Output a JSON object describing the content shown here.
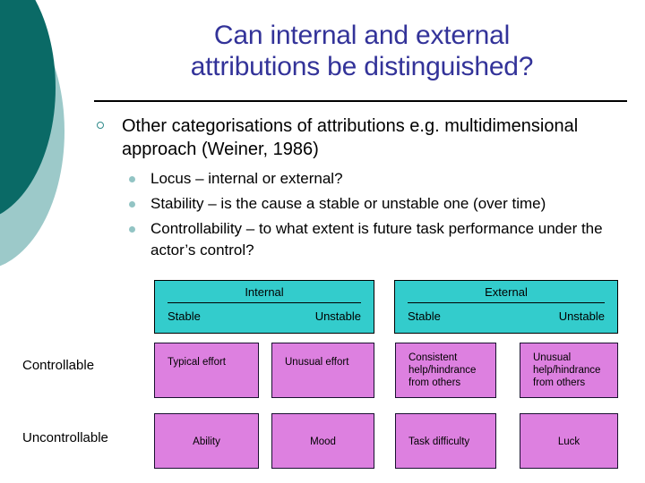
{
  "slide": {
    "title_line1": "Can internal and external",
    "title_line2": "attributions be distinguished?",
    "title_color": "#333399"
  },
  "decor": {
    "dark_teal": "#0a6a66",
    "light_teal": "#9cc9c9"
  },
  "bullets": {
    "level1": {
      "text": "Other categorisations of attributions e.g. multidimensional approach (Weiner, 1986)",
      "marker": "hollow-circle-bullet"
    },
    "level2": [
      {
        "text": "Locus – internal or external?",
        "marker": "filled-dot-bullet"
      },
      {
        "text": "Stability – is the cause a stable or unstable one (over time)",
        "marker": "filled-dot-bullet"
      },
      {
        "text": "Controllability – to what extent is future task performance under the actor’s control?",
        "marker": "filled-dot-bullet"
      }
    ]
  },
  "matrix": {
    "header_bg": "#33cccc",
    "cell_bg": "#dd80e0",
    "column_groups": [
      {
        "label": "Internal",
        "sub": [
          "Stable",
          "Unstable"
        ]
      },
      {
        "label": "External",
        "sub": [
          "Stable",
          "Unstable"
        ]
      }
    ],
    "row_labels": [
      "Controllable",
      "Uncontrollable"
    ],
    "rows": [
      {
        "label": "Controllable",
        "cells": [
          "Typical effort",
          "Unusual effort",
          "Consistent help/hindrance from others",
          "Unusual help/hindrance from others"
        ]
      },
      {
        "label": "Uncontrollable",
        "cells": [
          "Ability",
          "Mood",
          "Task difficulty",
          "Luck"
        ]
      }
    ]
  }
}
